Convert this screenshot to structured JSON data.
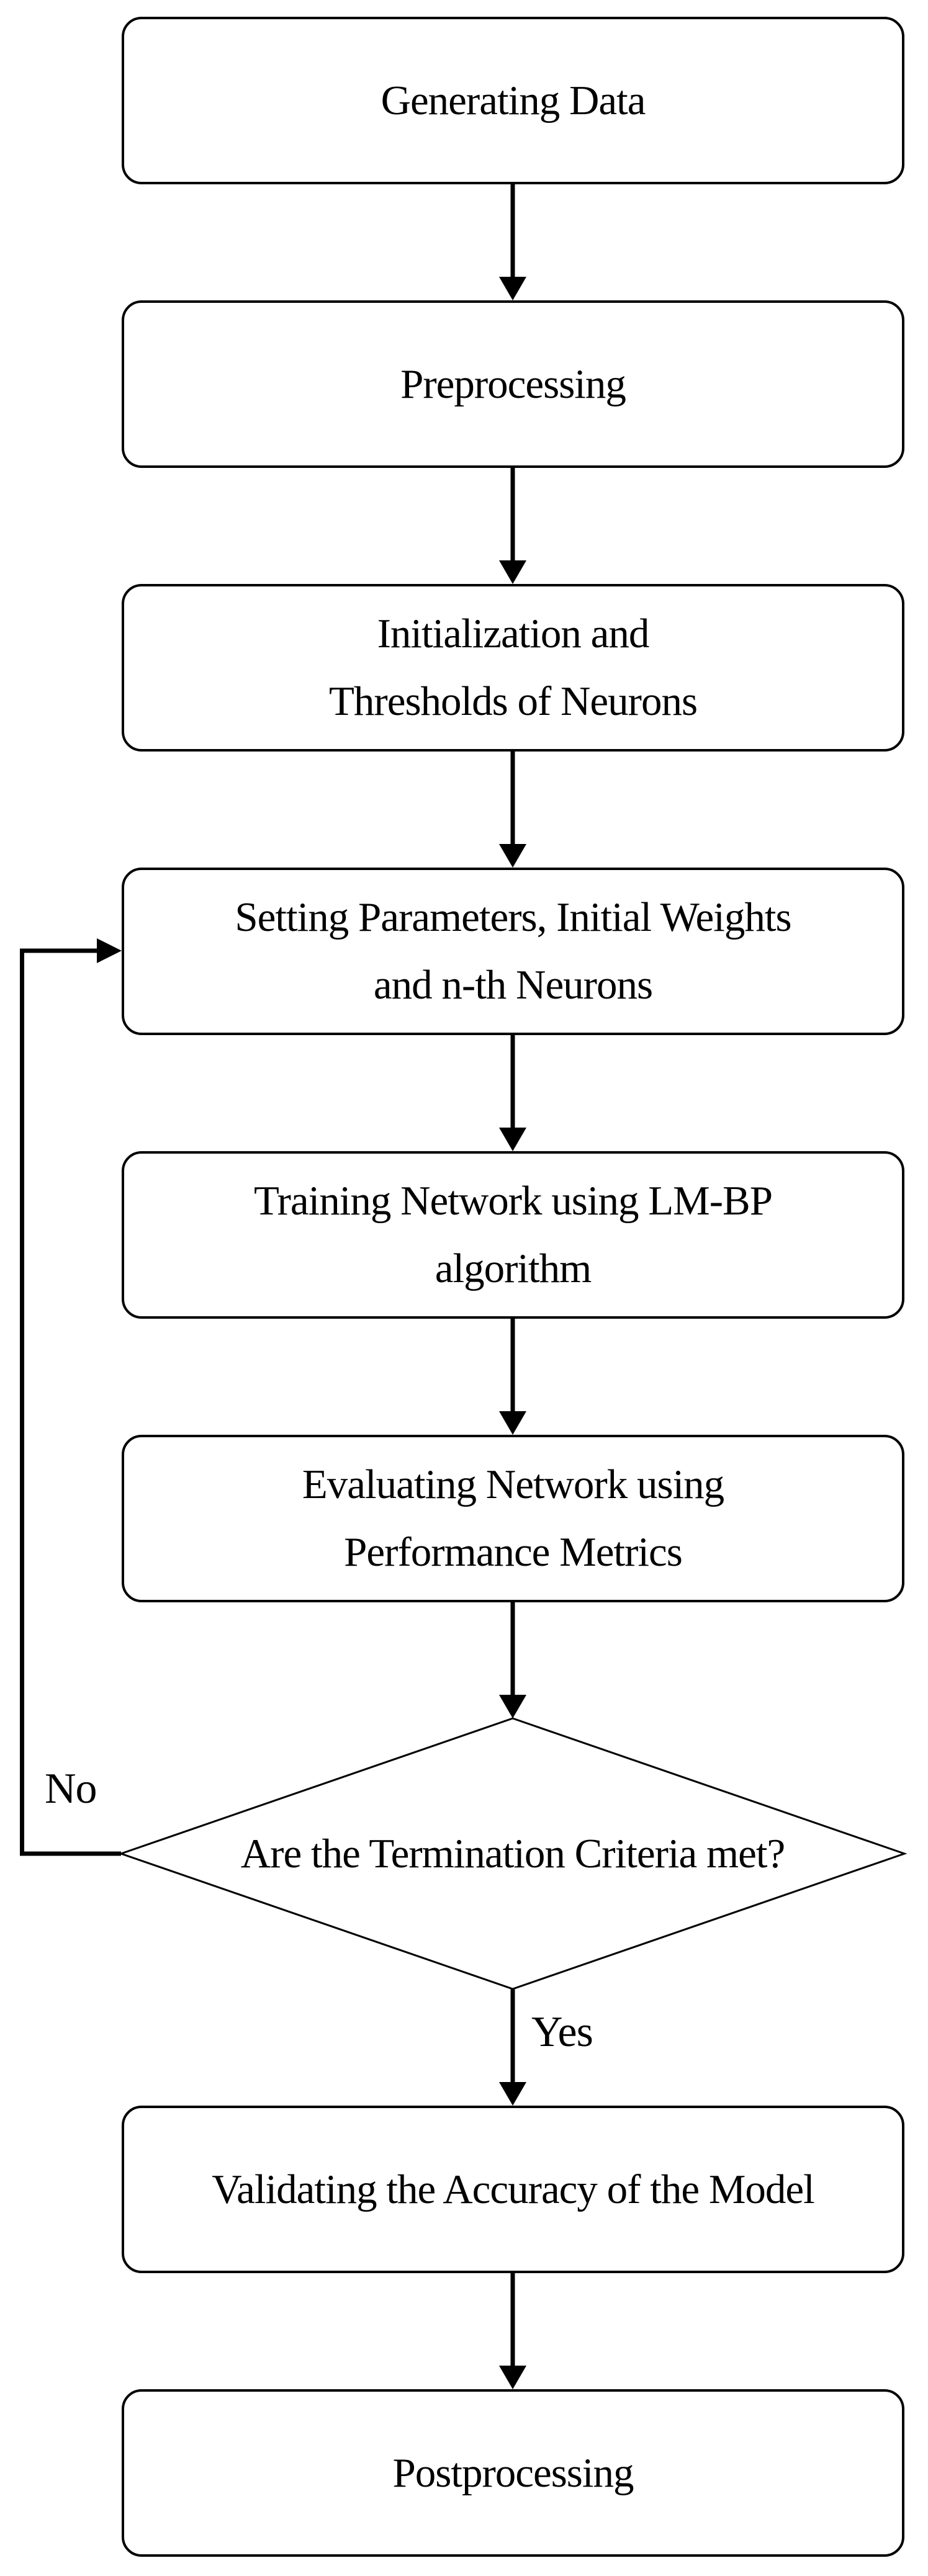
{
  "diagram": {
    "type": "flowchart",
    "colors": {
      "stroke": "#000000",
      "fill": "#ffffff",
      "text": "#000000"
    },
    "nodes": [
      {
        "id": "generating-data",
        "type": "process",
        "label": "Generating Data"
      },
      {
        "id": "preprocessing",
        "type": "process",
        "label": "Preprocessing"
      },
      {
        "id": "initialization",
        "type": "process",
        "label": "Initialization and\nThresholds of Neurons"
      },
      {
        "id": "setting-parameters",
        "type": "process",
        "label": "Setting Parameters, Initial Weights\nand n-th Neurons"
      },
      {
        "id": "training-network",
        "type": "process",
        "label": "Training Network using LM-BP\nalgorithm"
      },
      {
        "id": "evaluating-network",
        "type": "process",
        "label": "Evaluating Network using\nPerformance Metrics"
      },
      {
        "id": "termination-check",
        "type": "decision",
        "label": "Are the Termination Criteria met?"
      },
      {
        "id": "validating-model",
        "type": "process",
        "label": "Validating the Accuracy of the Model"
      },
      {
        "id": "postprocessing",
        "type": "process",
        "label": "Postprocessing"
      }
    ],
    "edges": [
      {
        "from": "generating-data",
        "to": "preprocessing",
        "label": ""
      },
      {
        "from": "preprocessing",
        "to": "initialization",
        "label": ""
      },
      {
        "from": "initialization",
        "to": "setting-parameters",
        "label": ""
      },
      {
        "from": "setting-parameters",
        "to": "training-network",
        "label": ""
      },
      {
        "from": "training-network",
        "to": "evaluating-network",
        "label": ""
      },
      {
        "from": "evaluating-network",
        "to": "termination-check",
        "label": ""
      },
      {
        "from": "termination-check",
        "to": "validating-model",
        "label": "Yes"
      },
      {
        "from": "validating-model",
        "to": "postprocessing",
        "label": ""
      },
      {
        "from": "termination-check",
        "to": "setting-parameters",
        "label": "No"
      }
    ]
  }
}
